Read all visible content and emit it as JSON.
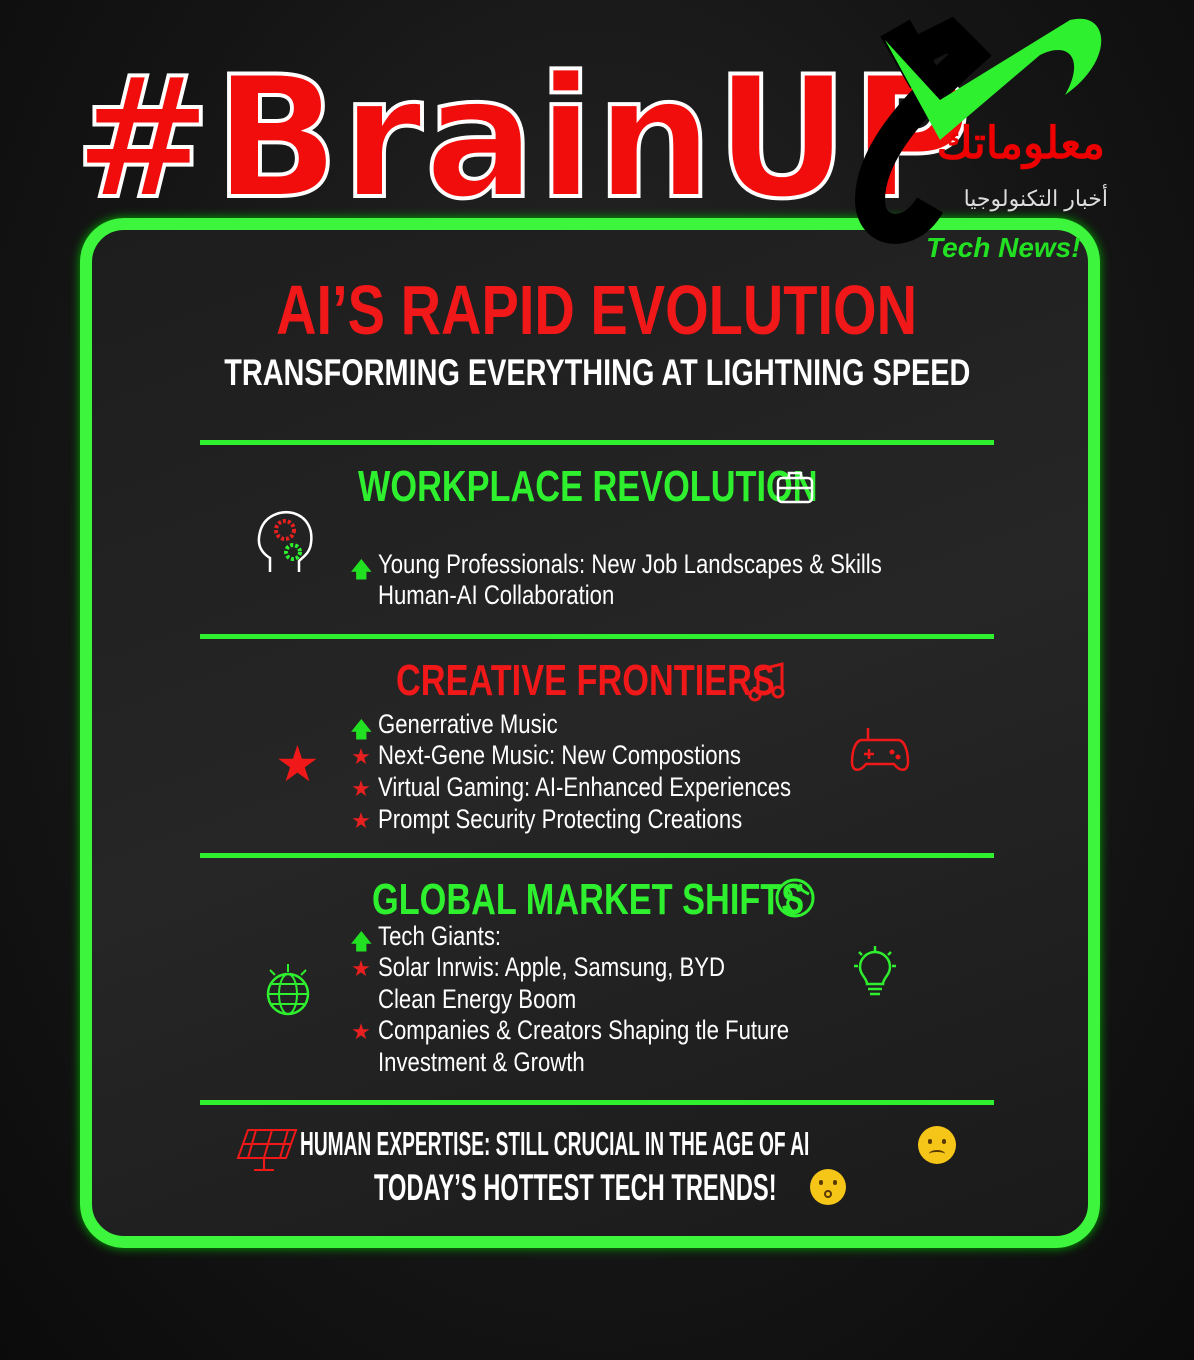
{
  "brand": {
    "hashtag": "#BrainUP",
    "logo_arabic": "معلوماتك",
    "logo_arabic_sub": "أخبار التكنولوجيا",
    "logo_tagline": "Tech News!"
  },
  "header": {
    "title": "AI’S RAPID EVOLUTION",
    "subtitle": "TRANSFORMING EVERYTHING AT LIGHTNING SPEED"
  },
  "sections": [
    {
      "title": "WORKPLACE REVOLUTION",
      "icon": "briefcase-icon",
      "items": [
        {
          "marker": "arrow-up",
          "text": "Young Professionals: New Job Landscapes & Skills"
        },
        {
          "marker": "none",
          "text": "Human-AI Collaboration"
        }
      ]
    },
    {
      "title": "CREATIVE FRONTIERS",
      "icon": "music-note-icon",
      "items": [
        {
          "marker": "arrow-up",
          "text": "Generrative Music"
        },
        {
          "marker": "star",
          "text": "Next-Gene Music: New Compostions"
        },
        {
          "marker": "star",
          "text": "Virtual Gaming: AI-Enhanced Experiences"
        },
        {
          "marker": "star",
          "text": "Prompt Security Protecting Creations"
        }
      ]
    },
    {
      "title": "GLOBAL MARKET SHIFTS",
      "icon": "globe-icon",
      "items": [
        {
          "marker": "arrow-up",
          "text": "Tech Giants:"
        },
        {
          "marker": "star",
          "text": "Solar Inrwis: Apple, Samsung, BYD"
        },
        {
          "marker": "none",
          "text": "Clean Energy Boom"
        },
        {
          "marker": "star",
          "text": "Companies & Creators Shaping tle Future"
        },
        {
          "marker": "none",
          "text": "Investment & Growth"
        }
      ]
    }
  ],
  "footer": {
    "line1": "HUMAN EXPERTISE: STILL CRUCIAL IN THE AGE OF AI",
    "line2": "TODAY’S HOTTEST TECH TRENDS!"
  },
  "colors": {
    "red": "#f20d0d",
    "green": "#3cf53c",
    "bg": "#1d1d1d"
  }
}
